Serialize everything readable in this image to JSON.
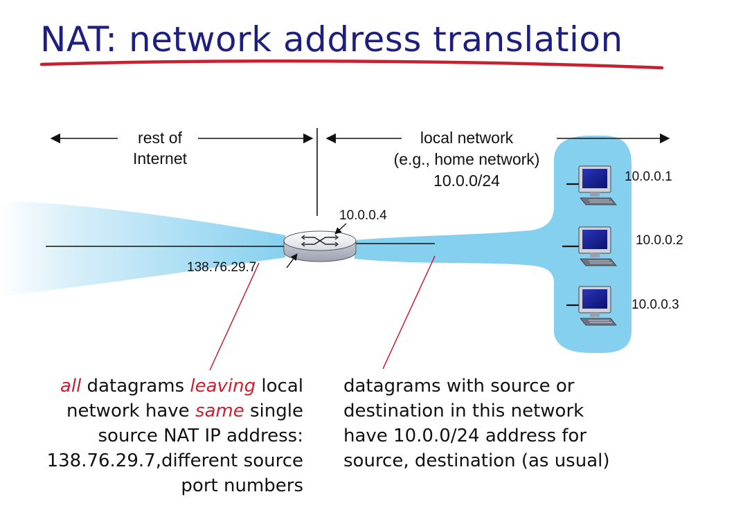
{
  "title": "NAT: network address translation",
  "regions": {
    "internet": [
      "rest of",
      "Internet"
    ],
    "local": [
      "local network",
      "(e.g., home network)",
      "10.0.0/24"
    ]
  },
  "router": {
    "inside_ip": "10.0.0.4",
    "outside_ip": "138.76.29.7"
  },
  "hosts": [
    {
      "ip": "10.0.0.1"
    },
    {
      "ip": "10.0.0.2"
    },
    {
      "ip": "10.0.0.3"
    }
  ],
  "notes": {
    "left": {
      "line1": {
        "em1": "all",
        "t1": " datagrams ",
        "em2": "leaving",
        "t2": " local"
      },
      "line2": {
        "t1": "network have ",
        "em": "same",
        "t2": " single"
      },
      "line3": "source NAT IP address:",
      "line4": "138.76.29.7,different source",
      "line5": "port numbers"
    },
    "right": [
      "datagrams with source or",
      "destination in this network",
      "have 10.0.0/24 address for",
      "source, destination (as usual)"
    ]
  },
  "colors": {
    "title": "#1d1f80",
    "underline": "#c8202f",
    "network_fill": "#86d0ef",
    "emphasis": "#c8202f"
  }
}
